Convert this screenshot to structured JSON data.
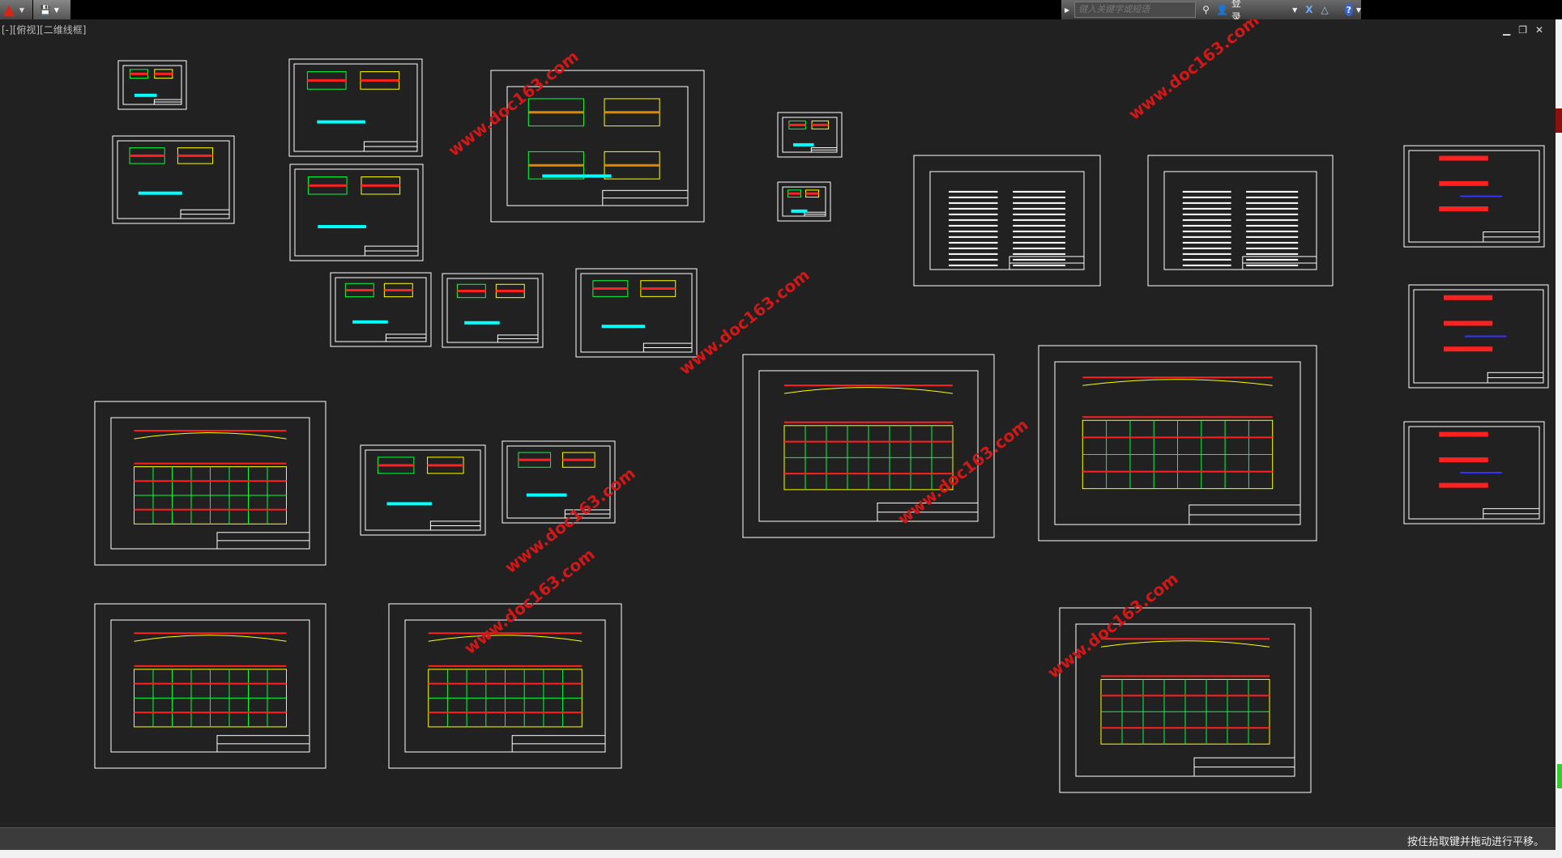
{
  "toolbar": {
    "app_menu": "application-menu",
    "quick_access": "save"
  },
  "infocenter": {
    "search_placeholder": "键入关键字或短语",
    "login": "登录"
  },
  "viewport": {
    "label": "[-][俯视][二维线框]"
  },
  "status": {
    "message": "按住拾取键并拖动进行平移。"
  },
  "watermark": "www.doc163.com",
  "colors": {
    "canvas": "#212121",
    "sheet": "#ffffff",
    "yellow": "#ffff00",
    "red": "#ff2020",
    "green": "#00ff40",
    "cyan": "#00ffff",
    "watermark": "#d01818"
  }
}
